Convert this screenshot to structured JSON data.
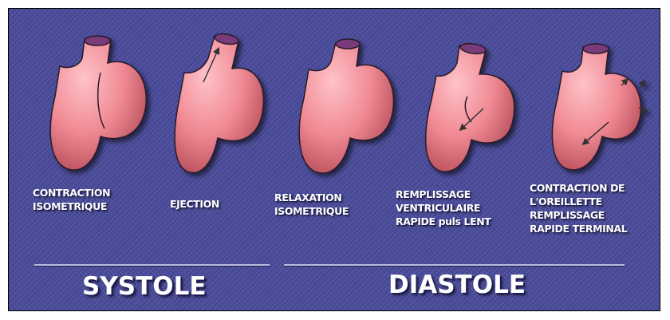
{
  "stages": [
    {
      "lines": [
        "CONTRACTION",
        "ISOMETRIQUE"
      ]
    },
    {
      "lines": [
        "EJECTION"
      ]
    },
    {
      "lines": [
        "RELAXATION",
        "ISOMETRIQUE"
      ]
    },
    {
      "lines": [
        "REMPLISSAGE",
        "VENTRICULAIRE",
        "RAPIDE puls LENT"
      ]
    },
    {
      "lines": [
        "CONTRACTION DE",
        "L'OREILLETTE",
        "REMPLISSAGE",
        "RAPIDE TERMINAL"
      ]
    }
  ],
  "phases": {
    "systole": "SYSTOLE",
    "diastole": "DIASTOLE"
  },
  "colors": {
    "background": "#4a4b9c",
    "heart": "#f08a94",
    "vessel_opening": "#7a3a7a",
    "text": "#ffffff"
  }
}
